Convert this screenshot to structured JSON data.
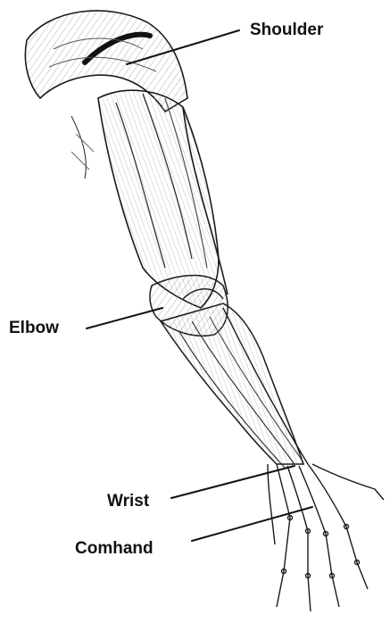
{
  "labels": {
    "shoulder": "Shoulder",
    "elbow": "Elbow",
    "wrist": "Wrist",
    "comhand": "Comhand"
  },
  "colors": {
    "ink": "#1a1a1a",
    "shade": "#9a9a9a",
    "background": "#ffffff"
  }
}
